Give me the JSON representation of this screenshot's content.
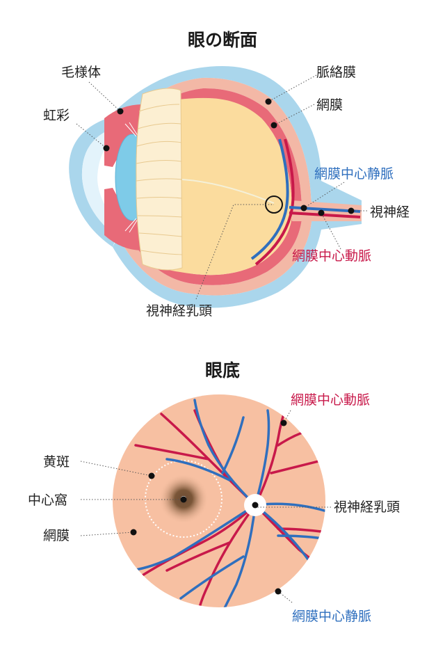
{
  "section1": {
    "title": "眼の断面",
    "labels": {
      "ciliary": "毛様体",
      "choroid": "脈絡膜",
      "retina": "網膜",
      "iris": "虹彩",
      "central_vein": "網膜中心静脈",
      "optic_nerve": "視神経",
      "central_artery": "網膜中心動脈",
      "optic_disc": "視神経乳頭"
    }
  },
  "section2": {
    "title": "眼底",
    "labels": {
      "central_artery": "網膜中心動脈",
      "macula": "黄斑",
      "fovea": "中心窩",
      "retina": "網膜",
      "optic_disc": "視神経乳頭",
      "central_vein": "網膜中心静脈"
    }
  },
  "colors": {
    "vein_blue": "#2f6fbe",
    "artery_red": "#c8194a",
    "sclera": "#aad6ec",
    "choroid_pink": "#f3b8a6",
    "retina_red": "#e86a78",
    "vitreous": "#fbdc9e",
    "fundus": "#f7c0a2"
  }
}
